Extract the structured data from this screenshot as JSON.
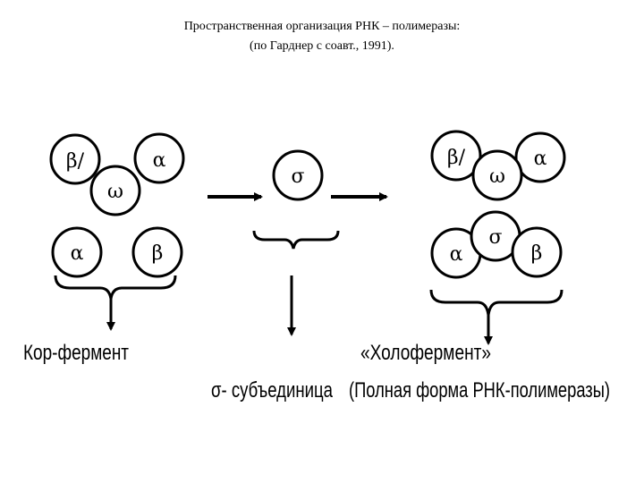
{
  "title": {
    "line1": "Пространственная организация РНК – полимеразы:",
    "line2": "(по Гарднер с соавт., 1991)."
  },
  "subunits": {
    "beta_prime": "β/",
    "alpha": "α",
    "omega": "ω",
    "beta": "β",
    "sigma": "σ"
  },
  "labels": {
    "core": "Кор-фермент",
    "sigma_subunit": "σ- субъединица",
    "holo": "«Холофермент»",
    "holo_full": "(Полная форма РНК-полимеразы)"
  }
}
